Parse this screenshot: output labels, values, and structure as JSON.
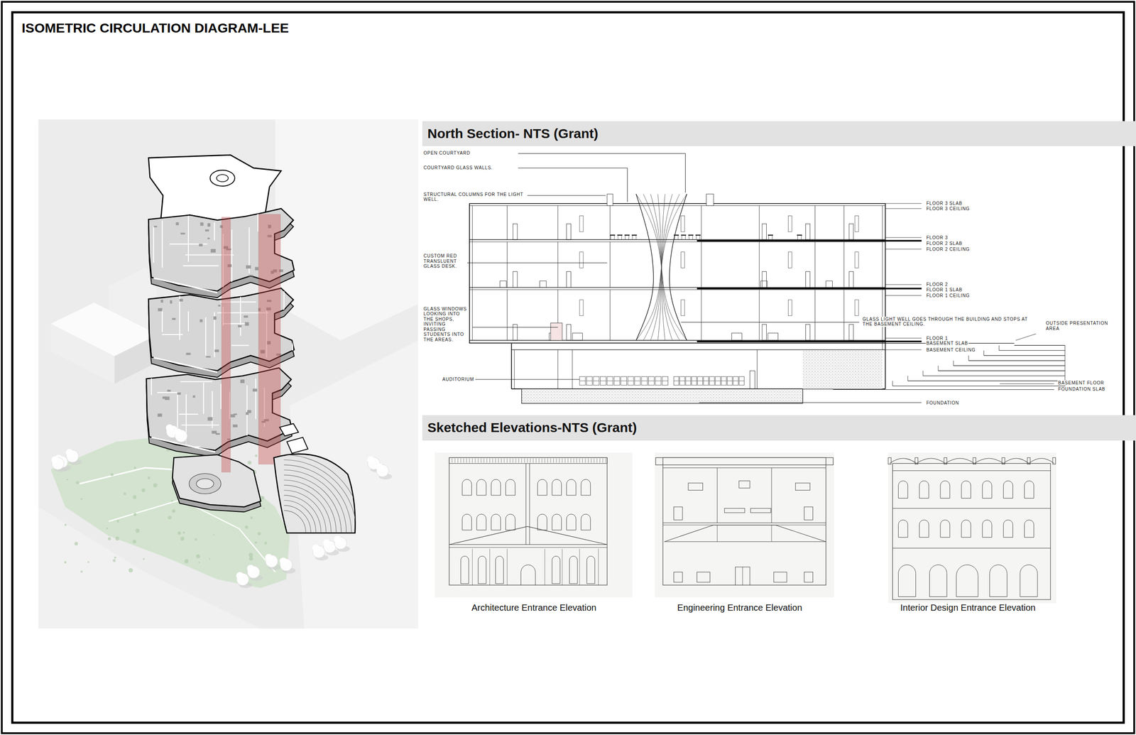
{
  "diagram": {
    "title": "ISOMETRIC CIRCULATION DIAGRAM-LEE",
    "nodes": [
      {
        "text": [
          "North Section- NTS (Grant)"
        ]
      },
      {
        "text": [
          "Sketched Elevations-NTS (Grant)"
        ]
      }
    ],
    "labels": [
      "OPEN COURTYARD",
      "COURTYARD GLASS WALLS.",
      "STRUCTURAL COLUMNS FOR THE LIGHT WELL.",
      "CUSTOM RED TRANSLUENT GLASS DESK.",
      "GLASS WINDOWS LOOKING INTO THE SHOPS, INVITING PASSING STUDENTS INTO THE AREAS.",
      "AUDITORIUM",
      "FLOOR 3 SLAB",
      "FLOOR 3 CEILING",
      "FLOOR 3",
      "FLOOR 2 SLAB",
      "FLOOR 2 CEILING",
      "FLOOR 2",
      "FLOOR 1 SLAB",
      "FLOOR 1 CEILING",
      "FLOOR 1",
      "BASEMENT SLAB",
      "BASEMENT CEILING",
      "GLASS LIGHT WELL GOES THROUGH THE BUILDING AND STOPS AT THE BASEMENT CEILING.",
      "OUTSIDE PRESENTATION AREA",
      "BASEMENT FLOOR",
      "FOUNDATION SLAB",
      "FOUNDATION",
      "Architecture Entrance Elevation",
      "Engineering Entrance Elevation",
      "Interior Design Entrance Elevation"
    ]
  }
}
